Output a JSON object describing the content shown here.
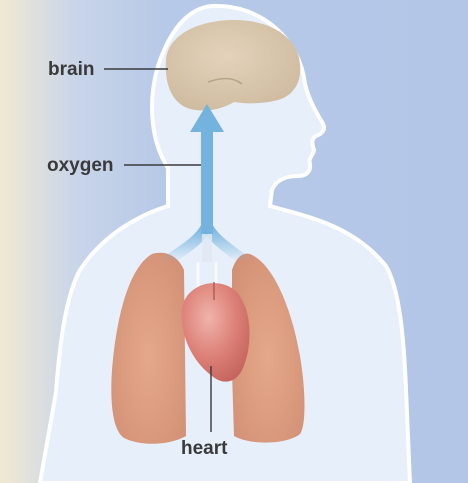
{
  "diagram": {
    "labels": {
      "brain": "brain",
      "oxygen": "oxygen",
      "heart": "heart"
    },
    "colors": {
      "background_blue": "#b7c9e8",
      "background_cream": "#f1e9d3",
      "body_fill": "#e6effa",
      "body_outline": "#ffffff",
      "brain": "#d8c6ab",
      "lung": "#dc9d80",
      "heart": "#d5736b",
      "arrow": "#74b3de",
      "label_text": "#3a3a3a",
      "leader_line": "#3a3a3a"
    }
  }
}
